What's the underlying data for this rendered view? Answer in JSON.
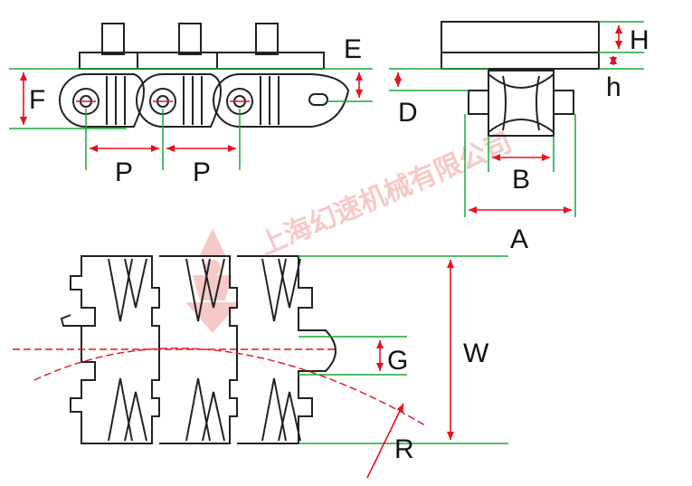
{
  "colors": {
    "outline": "#222222",
    "dimension": "#e8101e",
    "reference": "#19a93a",
    "watermark": "#f4b8b8",
    "background": "#ffffff"
  },
  "watermark": {
    "text": "上海幻速机械有限公司",
    "icon": "company-logo-icon"
  },
  "labels": {
    "E": "E",
    "F": "F",
    "P1": "P",
    "P2": "P",
    "H": "H",
    "h": "h",
    "D": "D",
    "B": "B",
    "A": "A",
    "W": "W",
    "G": "G",
    "R": "R"
  }
}
